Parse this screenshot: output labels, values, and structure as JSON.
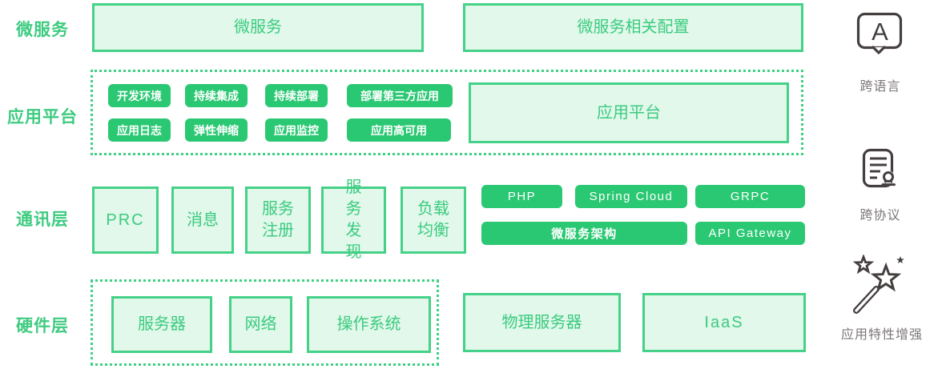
{
  "palette": {
    "solid_green": "#2bc873",
    "box_fill": "#e1f8eb",
    "box_border": "#45d188",
    "text_green": "#3bcb7e",
    "dotted_green": "#3ed084",
    "icon_ink": "#45403f",
    "rail_text": "#7b7677"
  },
  "row_labels": [
    "微服务",
    "应用平台",
    "通讯层",
    "硬件层"
  ],
  "microservice_row": {
    "boxes": [
      "微服务",
      "微服务相关配置"
    ]
  },
  "platform_row": {
    "pills_top": [
      "开发环境",
      "持续集成",
      "持续部署",
      "部署第三方应用"
    ],
    "pills_bottom": [
      "应用日志",
      "弹性伸缩",
      "应用监控",
      "应用高可用"
    ],
    "platform_box": "应用平台"
  },
  "comm_row": {
    "boxes": [
      "PRC",
      "消息",
      "服务注册",
      "服务发现",
      "负载均衡"
    ],
    "buttons_top": [
      "PHP",
      "Spring Cloud",
      "GRPC"
    ],
    "buttons_bottom": [
      "微服务架构",
      "API Gateway"
    ]
  },
  "hardware_row": {
    "dotted_boxes": [
      "服务器",
      "网络",
      "操作系统"
    ],
    "plain_boxes": [
      "物理服务器",
      "IaaS"
    ]
  },
  "rail": {
    "glyph_a": "A",
    "items": [
      {
        "icon": "language-bubble-icon",
        "label": "跨语言"
      },
      {
        "icon": "protocol-document-icon",
        "label": "跨协议"
      },
      {
        "icon": "magic-wand-icon",
        "label": "应用特性增强"
      }
    ]
  }
}
